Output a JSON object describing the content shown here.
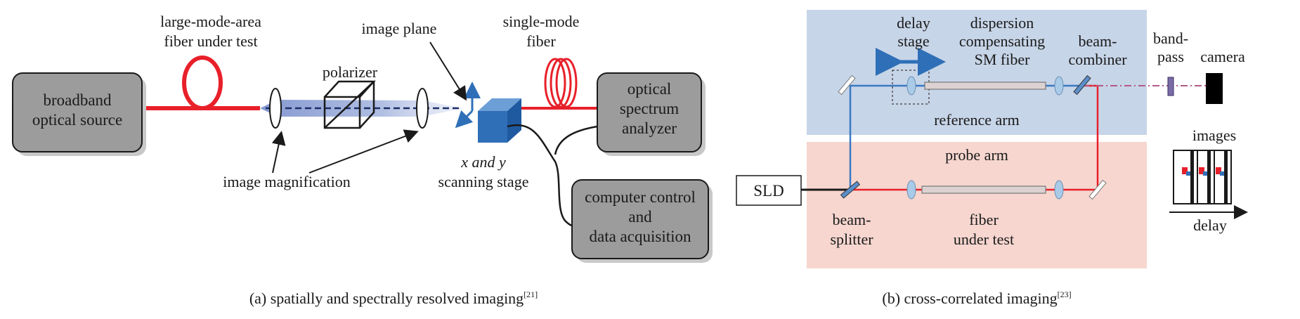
{
  "colors": {
    "red_fiber": "#e8202a",
    "blue_beam": "#3a78c2",
    "gray_box": "#9c9c9c",
    "box_shadow": "#c8c8c8",
    "reference_bg": "#c7d5e8",
    "probe_bg": "#f6d6cf",
    "stage_blue": "#2f6fb7",
    "lens": "#a9cbe8",
    "bandpass_filter": "#7a6aa6"
  },
  "panel_a": {
    "boxes": {
      "source": [
        "broadband",
        "optical source"
      ],
      "osa": [
        "optical",
        "spectrum",
        "analyzer"
      ],
      "computer": [
        "computer control",
        "and",
        "data acquisition"
      ]
    },
    "labels": {
      "lma_fiber": [
        "large-mode-area",
        "fiber under test"
      ],
      "image_plane": "image plane",
      "single_mode_fiber": [
        "single-mode",
        "fiber"
      ],
      "polarizer": "polarizer",
      "image_magnification": "image magnification",
      "xy_stage": [
        "x and y",
        "scanning stage"
      ]
    },
    "caption": {
      "text": "(a) spatially and spectrally resolved imaging",
      "ref": "[21]"
    }
  },
  "panel_b": {
    "labels": {
      "delay_stage": [
        "delay",
        "stage"
      ],
      "dispersion_fiber": [
        "dispersion",
        "compensating",
        "SM fiber"
      ],
      "beam_combiner": [
        "beam-",
        "combiner"
      ],
      "band_pass": [
        "band-",
        "pass"
      ],
      "camera": "camera",
      "reference_arm": "reference arm",
      "probe_arm": "probe arm",
      "sld": "SLD",
      "beam_splitter": [
        "beam-",
        "splitter"
      ],
      "fiber_under_test": [
        "fiber",
        "under test"
      ],
      "images": "images",
      "delay_axis": "delay"
    },
    "caption": {
      "text": "(b) cross-correlated imaging",
      "ref": "[23]"
    }
  }
}
